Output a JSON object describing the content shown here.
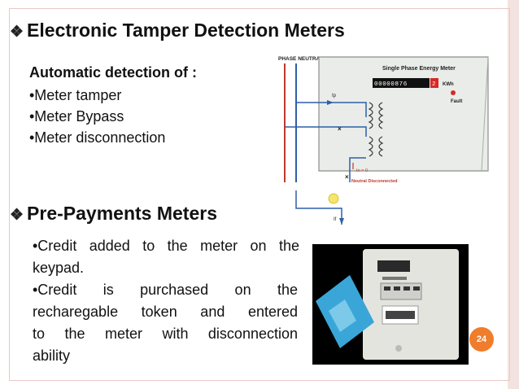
{
  "heading1": {
    "bullet": "❖",
    "text": "Electronic Tamper Detection Meters"
  },
  "subheading": "Automatic detection of :",
  "detections": [
    "•Meter tamper",
    "•Meter Bypass",
    "•Meter disconnection"
  ],
  "heading2": {
    "bullet": "❖",
    "text": "Pre-Payments Meters"
  },
  "prepay_points": [
    {
      "line1": "•Credit added to the meter on the",
      "line2": "keypad."
    },
    {
      "line1": "•Credit is purchased on the",
      "line2": "recharegable token and entered",
      "line3": "to the meter with disconnection",
      "line4": "ability"
    }
  ],
  "diagram": {
    "phase_neutral_label": "PHASE NEUTRAL",
    "meter_title": "Single Phase Energy Meter",
    "counter_digits": "00000876",
    "counter_red_digit": "2",
    "counter_unit": "KWh",
    "fault_label": "Fault",
    "ip_label": "Ip",
    "in_label": "In = 0",
    "neutral_disconnected_label": "Neutral Disconnected",
    "if_label": "If"
  },
  "page_number": "24",
  "colors": {
    "frame": "#e8c9c4",
    "badge": "#ef7d2b",
    "wire_red": "#c0392b",
    "wire_blue": "#2e5fa8"
  }
}
